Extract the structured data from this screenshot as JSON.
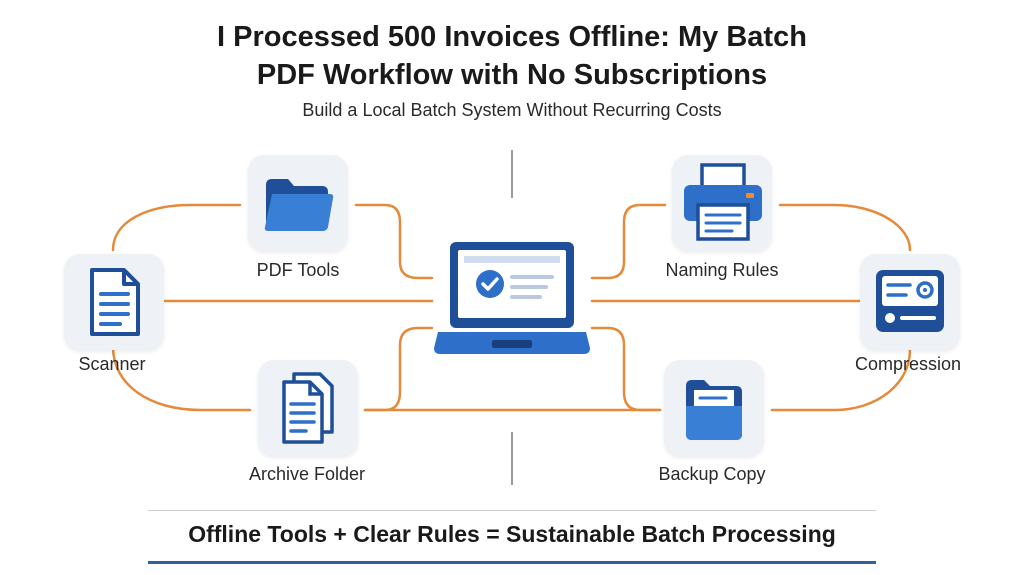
{
  "title": {
    "line1": "I Processed 500 Invoices Offline: My Batch",
    "line2": "PDF Workflow with No Subscriptions"
  },
  "subtitle": "Build a Local Batch System Without Recurring Costs",
  "nodes": {
    "pdf_tools": {
      "label": "PDF Tools",
      "icon": "folder-icon"
    },
    "scanner": {
      "label": "Scanner",
      "icon": "document-icon"
    },
    "archive_folder": {
      "label": "Archive Folder",
      "icon": "documents-stack-icon"
    },
    "naming_rules": {
      "label": "Naming Rules",
      "icon": "printer-icon"
    },
    "compression": {
      "label": "Compression",
      "icon": "settings-panel-icon"
    },
    "backup_copy": {
      "label": "Backup Copy",
      "icon": "folder-document-icon"
    },
    "center": {
      "icon": "laptop-check-icon"
    }
  },
  "footer": "Offline Tools + Clear Rules = Sustainable Batch Processing",
  "colors": {
    "connector": "#e58a3a",
    "icon_blue": "#2e6fc9",
    "icon_dark": "#1f4f98",
    "tile_bg": "#eef1f6",
    "divider": "#2f5f9e"
  }
}
